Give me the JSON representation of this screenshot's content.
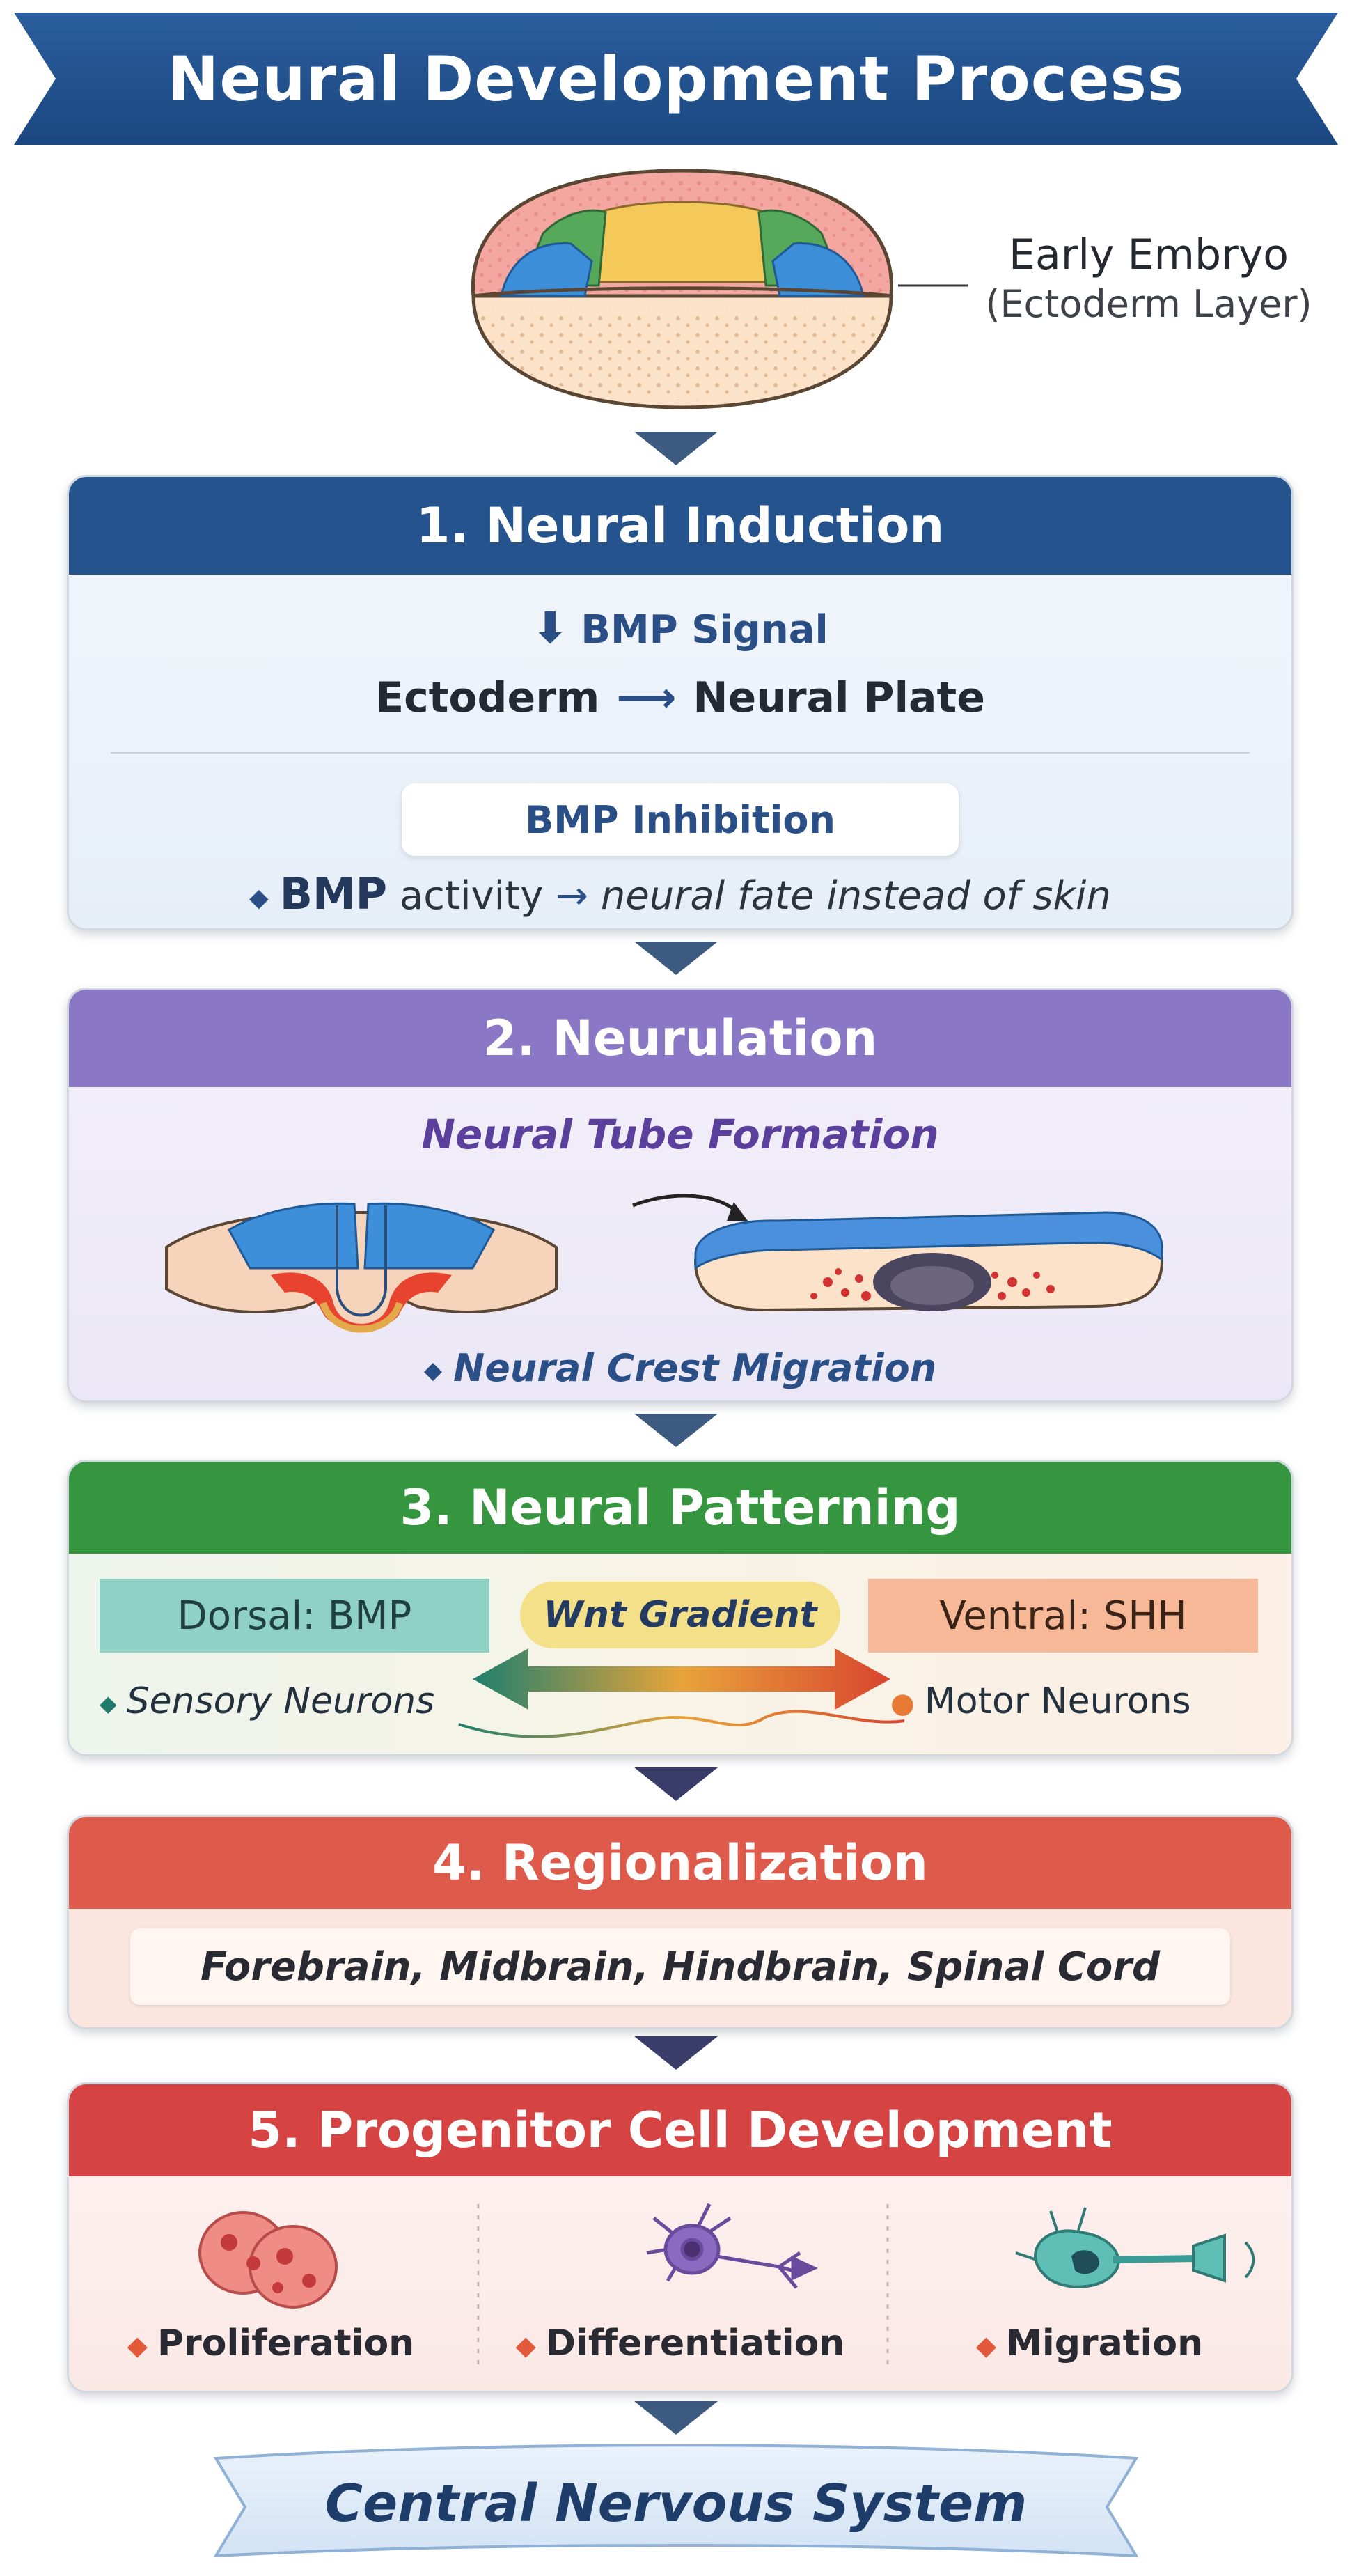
{
  "title": "Neural Development Process",
  "embryo": {
    "label_line1": "Early Embryo",
    "label_line2": "(Ectoderm Layer)"
  },
  "stage1": {
    "heading": "1. Neural Induction",
    "signal": "BMP Signal",
    "signal_arrow": "⬇",
    "from": "Ectoderm",
    "arrow": "⟶",
    "to": "Neural Plate",
    "pill": "BMP Inhibition",
    "note_bullet": "◆",
    "note_bold": "BMP",
    "note_mid": " activity ",
    "note_arrow": "→",
    "note_italic": " neural fate instead of skin"
  },
  "stage2": {
    "heading": "2. Neurulation",
    "subheading": "Neural Tube Formation",
    "note_bullet": "◆",
    "note": "Neural Crest Migration"
  },
  "stage3": {
    "heading": "3. Neural Patterning",
    "dorsal": "Dorsal: BMP",
    "ventral": "Ventral: SHH",
    "gradient": "Wnt Gradient",
    "left_bullet": "◆",
    "left_label": "Sensory Neurons",
    "right_bullet": "●",
    "right_label": "Motor Neurons"
  },
  "stage4": {
    "heading": "4. Regionalization",
    "regions": "Forebrain, Midbrain, Hindbrain, Spinal Cord"
  },
  "stage5": {
    "heading": "5. Progenitor Cell Development",
    "bullet": "◆",
    "items": [
      "Proliferation",
      "Differentiation",
      "Migration"
    ]
  },
  "final": "Central Nervous System",
  "colors": {
    "title_banner": "#1f4f8c",
    "stage1": "#24538d",
    "stage2": "#8a78c7",
    "stage3": "#36963f",
    "stage4": "#de5b4c",
    "stage5": "#d64343",
    "connector": "#3d5a80"
  }
}
